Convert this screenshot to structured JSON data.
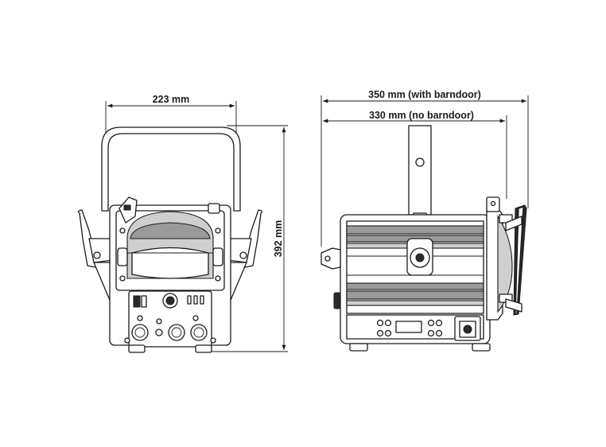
{
  "dimensions": {
    "front_width": "223 mm",
    "height": "392 mm",
    "side_with_barndoor": "350 mm (with barndoor)",
    "side_no_barndoor": "330 mm (no barndoor)"
  },
  "colors": {
    "line": "#1a1a1a",
    "panel_grey": "#9a9a9a",
    "light_grey": "#cfcfcf",
    "background": "#ffffff"
  }
}
